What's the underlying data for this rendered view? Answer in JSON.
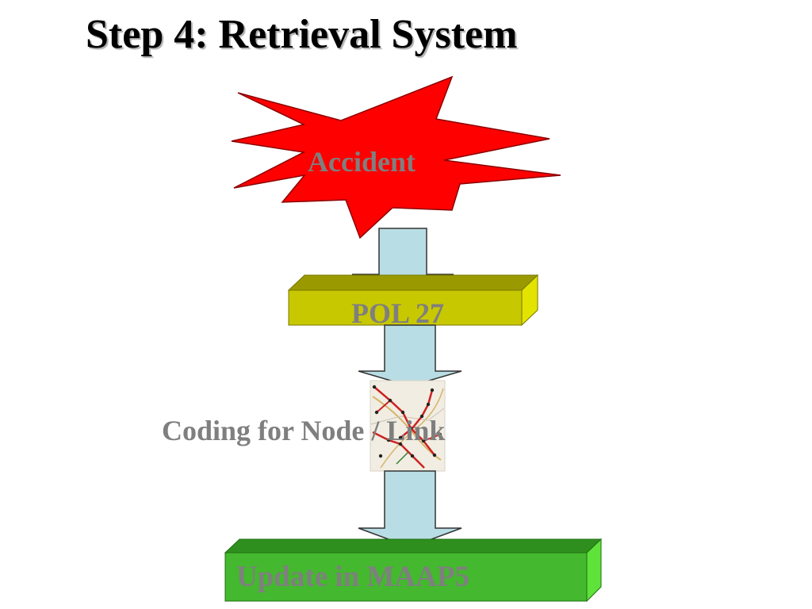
{
  "title": "Step 4: Retrieval System",
  "diagram": {
    "accident_label": "Accident",
    "pol_label": "POL 27",
    "coding_label": "Coding for Node / Link",
    "update_label": "Update in MAAP5"
  },
  "colors": {
    "burst": "#ff0000",
    "arrow_fill": "#b9dde4",
    "pol_box": "#c8c800",
    "update_box": "#44b82e",
    "label_text": "#7f7f7f"
  }
}
